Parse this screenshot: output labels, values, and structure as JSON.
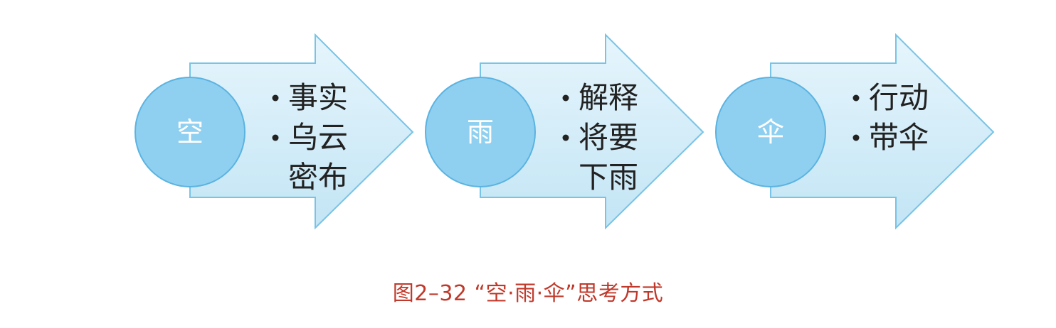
{
  "colors": {
    "arrow_fill_light": "#e3f3fb",
    "arrow_fill_dark": "#c5e6f6",
    "arrow_stroke": "#78c3e6",
    "circle_fill": "#8fd0f1",
    "circle_stroke": "#5bb3e0",
    "caption": "#c0392b"
  },
  "steps": [
    {
      "circle_label": "空",
      "bullets": [
        {
          "lines": [
            "事实"
          ]
        },
        {
          "lines": [
            "乌云",
            "密布"
          ]
        }
      ]
    },
    {
      "circle_label": "雨",
      "bullets": [
        {
          "lines": [
            "解释"
          ]
        },
        {
          "lines": [
            "将要",
            "下雨"
          ]
        }
      ]
    },
    {
      "circle_label": "伞",
      "bullets": [
        {
          "lines": [
            "行动"
          ]
        },
        {
          "lines": [
            "带伞"
          ]
        }
      ]
    }
  ],
  "caption": "图2–32 “空·雨·伞”思考方式"
}
